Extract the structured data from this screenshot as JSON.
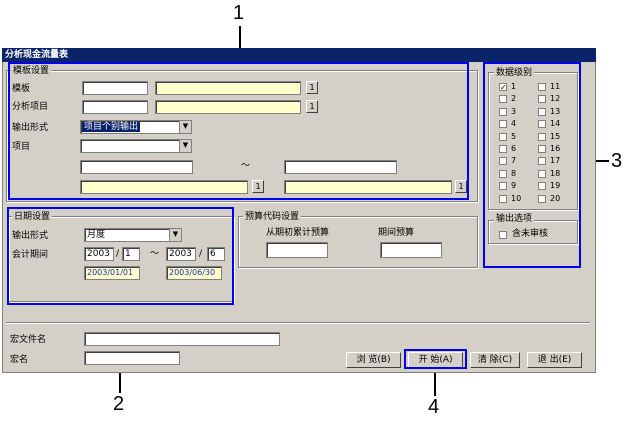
{
  "callouts": [
    "1",
    "2",
    "3",
    "4"
  ],
  "window": {
    "title": "分析现金流量表"
  },
  "template": {
    "group_label": "模板设置",
    "template_label": "模板",
    "template_button": "1",
    "item_label": "分析项目",
    "item_button": "1",
    "output_label": "输出形式",
    "output_value": "项目个别输出",
    "project_label": "项目",
    "tilde": "～",
    "range_button_left": "1",
    "range_button_right": "1"
  },
  "date": {
    "group_label": "日期设置",
    "output_label": "输出形式",
    "output_value": "月度",
    "period_label": "会计期间",
    "from_year": "2003",
    "slash1": "/",
    "from_month": "1",
    "tilde": "～",
    "to_year": "2003",
    "slash2": "/",
    "to_month": "6",
    "from_date": "2003/01/01",
    "to_date": "2003/06/30"
  },
  "budget": {
    "group_label": "预算代码设置",
    "cumulative_label": "从期初累计预算",
    "period_label": "期间预算"
  },
  "levels": {
    "group_label": "数据级别",
    "items": [
      {
        "label": "1",
        "checked": "✓"
      },
      {
        "label": "11",
        "checked": ""
      },
      {
        "label": "2",
        "checked": ""
      },
      {
        "label": "12",
        "checked": ""
      },
      {
        "label": "3",
        "checked": ""
      },
      {
        "label": "13",
        "checked": ""
      },
      {
        "label": "4",
        "checked": ""
      },
      {
        "label": "14",
        "checked": ""
      },
      {
        "label": "5",
        "checked": ""
      },
      {
        "label": "15",
        "checked": ""
      },
      {
        "label": "6",
        "checked": ""
      },
      {
        "label": "16",
        "checked": ""
      },
      {
        "label": "7",
        "checked": ""
      },
      {
        "label": "17",
        "checked": ""
      },
      {
        "label": "8",
        "checked": ""
      },
      {
        "label": "18",
        "checked": ""
      },
      {
        "label": "9",
        "checked": ""
      },
      {
        "label": "19",
        "checked": ""
      },
      {
        "label": "10",
        "checked": ""
      },
      {
        "label": "20",
        "checked": ""
      }
    ]
  },
  "output_options": {
    "group_label": "输出选项",
    "include_unreviewed": "含未审核"
  },
  "macro": {
    "file_label": "宏文件名",
    "name_label": "宏名"
  },
  "buttons": {
    "browse": "浏 览(B)",
    "start": "开 始(A)",
    "clear": "清 除(C)",
    "exit": "退 出(E)"
  }
}
